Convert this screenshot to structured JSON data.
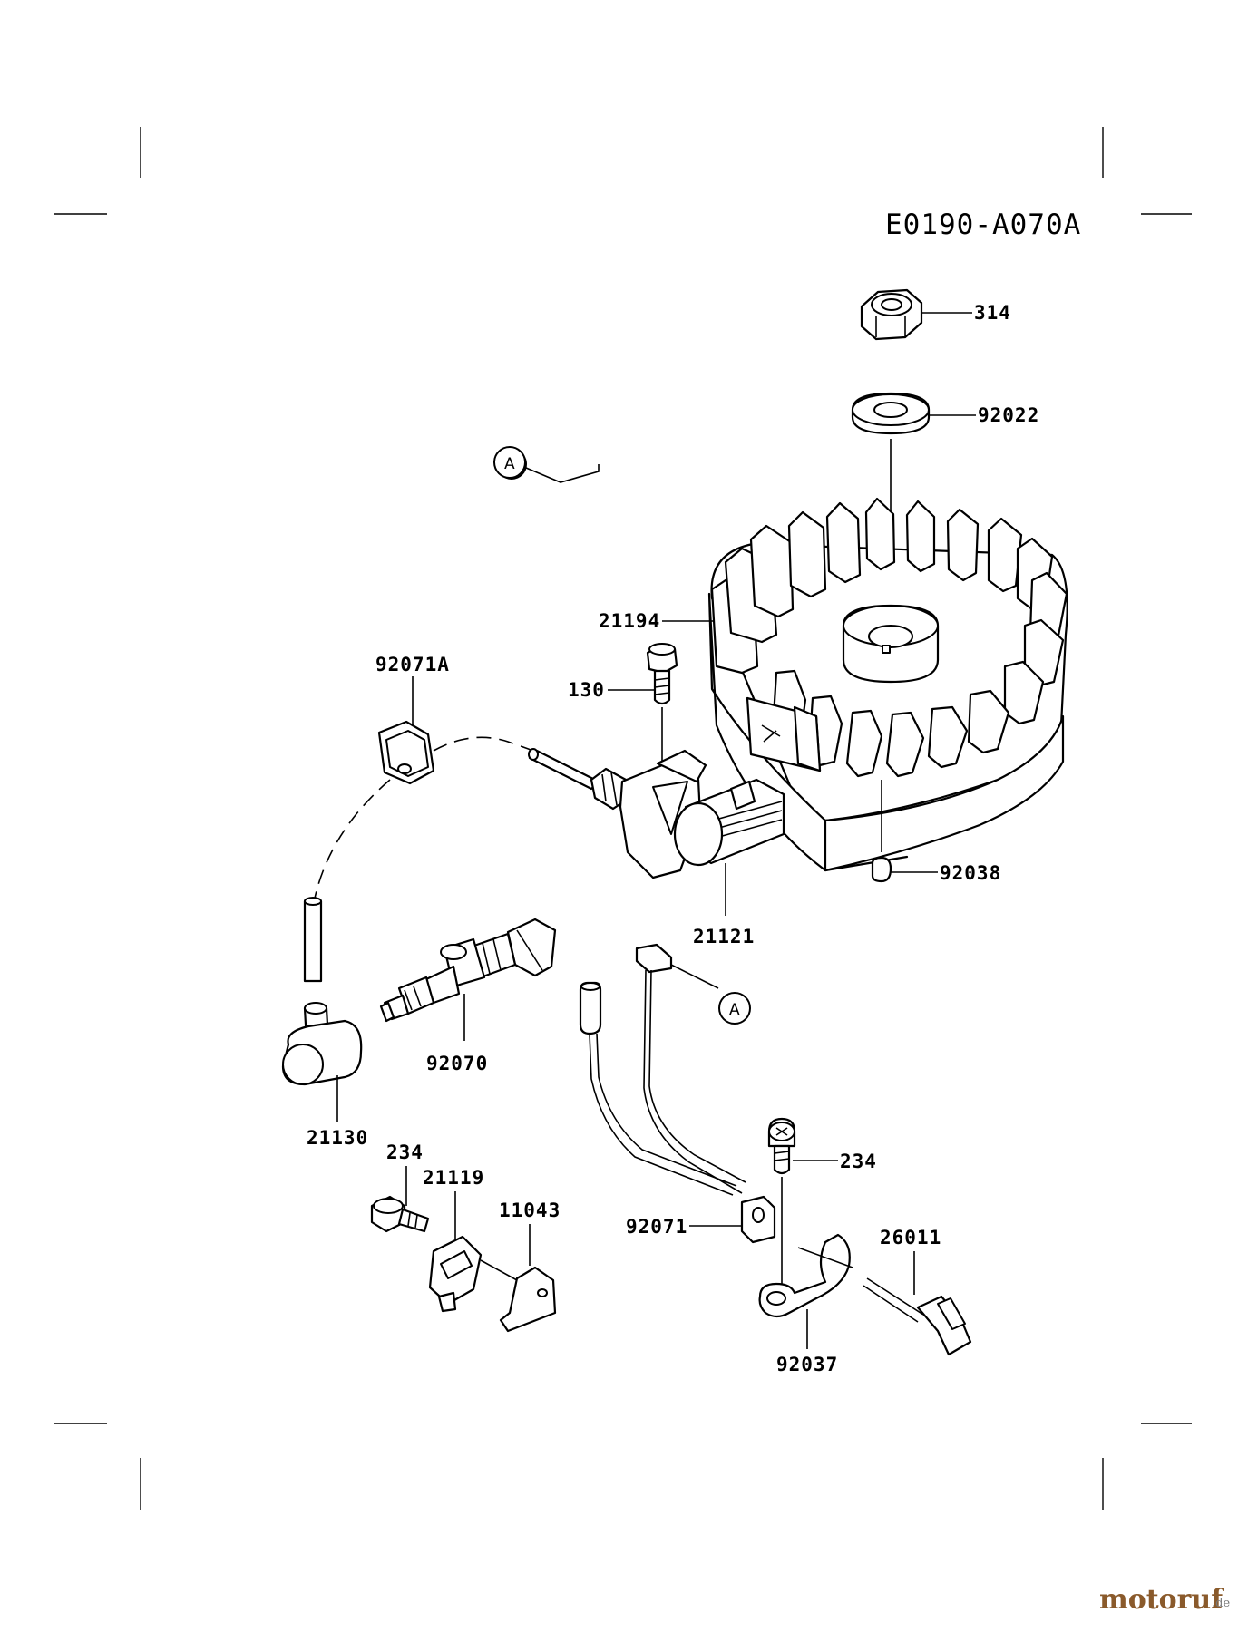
{
  "diagram": {
    "code": "E0190-A070A",
    "ref_marker": "A",
    "labels": {
      "p314": "314",
      "p92022": "92022",
      "p21194": "21194",
      "p130": "130",
      "p92071A": "92071A",
      "p21121": "21121",
      "p92038": "92038",
      "p92070": "92070",
      "p21130": "21130",
      "p234a": "234",
      "p21119": "21119",
      "p11043": "11043",
      "p234b": "234",
      "p92071": "92071",
      "p26011": "26011",
      "p92037": "92037"
    }
  },
  "watermark": {
    "brand": "motoruf",
    "tld": ".de"
  }
}
